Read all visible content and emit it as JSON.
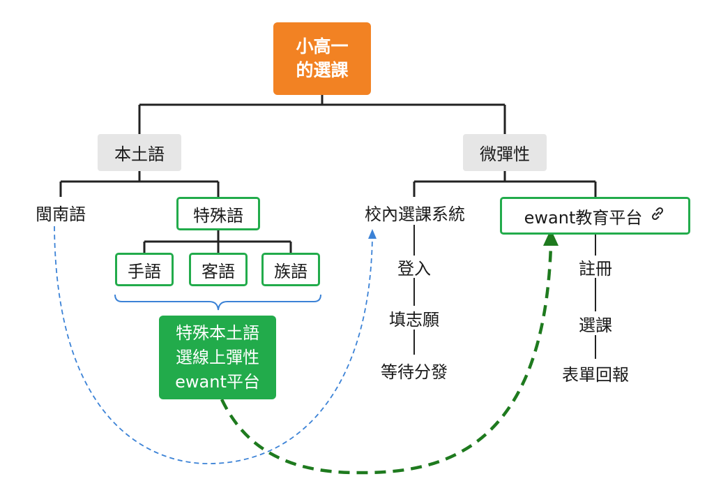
{
  "root": {
    "line1": "小高一",
    "line2": "的選課"
  },
  "local_language": {
    "label": "本土語",
    "minnan": "閩南語",
    "special": "特殊語",
    "sign": "手語",
    "hakka": "客語",
    "indigenous": "族語",
    "note": {
      "line1": "特殊本土語",
      "line2": "選線上彈性",
      "line3": "ewant平台"
    }
  },
  "flexible": {
    "label": "微彈性",
    "school_system": {
      "label": "校內選課系統",
      "steps": [
        "登入",
        "填志願",
        "等待分發"
      ]
    },
    "ewant": {
      "label": "ewant教育平台",
      "icon": "link-icon",
      "steps": [
        "註冊",
        "選課",
        "表單回報"
      ]
    }
  },
  "colors": {
    "root": "#f28223",
    "green": "#22ab4b",
    "dark_green": "#1e7a1e",
    "blue": "#3b82d6",
    "grey": "#e6e6e6"
  }
}
